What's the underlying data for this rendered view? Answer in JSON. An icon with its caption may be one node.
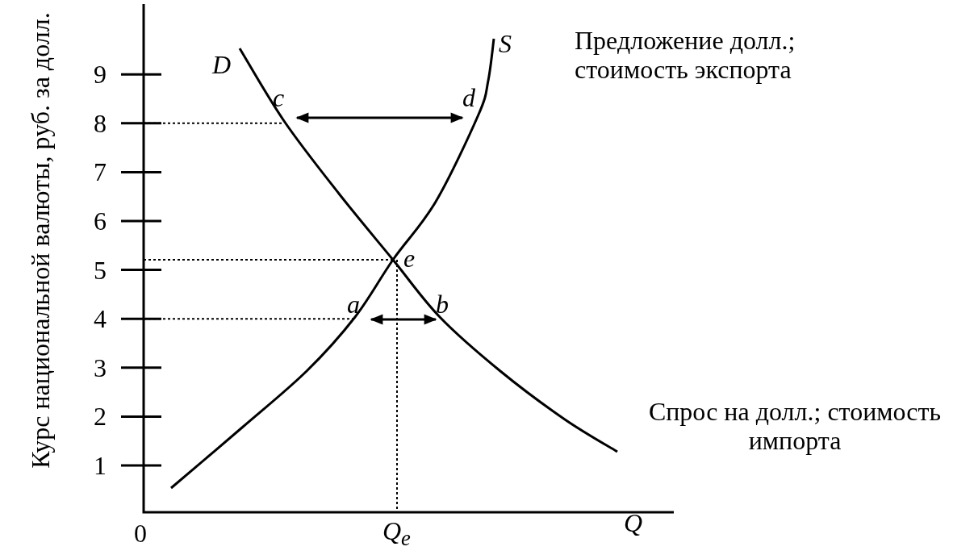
{
  "diagram": {
    "nodes": [
      {
        "text": [
          "c"
        ]
      },
      {
        "text": [
          "d"
        ]
      },
      {
        "text": [
          "a"
        ]
      },
      {
        "text": [
          "b"
        ]
      }
    ],
    "edges": [
      {
        "from": 0,
        "to": 1,
        "arrow": "both"
      },
      {
        "from": 2,
        "to": 3,
        "arrow": "both"
      }
    ],
    "labels": [
      "Курс национальной валюты, руб. за долл.",
      "9",
      "8",
      "7",
      "6",
      "5",
      "4",
      "3",
      "2",
      "1",
      "D",
      "S",
      "Предложение долл.; стоимость экспорта",
      "e",
      "Спрос на долл.; стоимость импорта",
      "0",
      "Q$_{e}$",
      "Q"
    ]
  }
}
